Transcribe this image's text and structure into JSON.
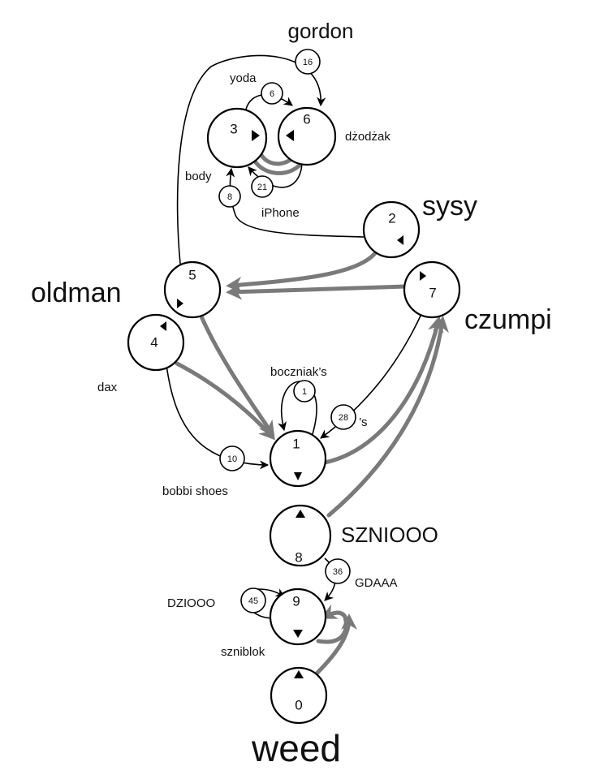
{
  "nodes": [
    {
      "id": "n3",
      "number": "3"
    },
    {
      "id": "n6",
      "number": "6"
    },
    {
      "id": "n2",
      "number": "2"
    },
    {
      "id": "n5",
      "number": "5"
    },
    {
      "id": "n7",
      "number": "7"
    },
    {
      "id": "n4",
      "number": "4"
    },
    {
      "id": "n1",
      "number": "1"
    },
    {
      "id": "n8",
      "number": "8"
    },
    {
      "id": "n9",
      "number": "9"
    },
    {
      "id": "n0",
      "number": "0"
    }
  ],
  "badges": [
    {
      "id": "b16",
      "number": "16"
    },
    {
      "id": "b6",
      "number": "6"
    },
    {
      "id": "b8",
      "number": "8"
    },
    {
      "id": "b21",
      "number": "21"
    },
    {
      "id": "b1",
      "number": "1"
    },
    {
      "id": "b28",
      "number": "28"
    },
    {
      "id": "b10",
      "number": "10"
    },
    {
      "id": "b36",
      "number": "36"
    },
    {
      "id": "b45",
      "number": "45"
    }
  ],
  "labels": {
    "gordon": "gordon",
    "yoda": "yoda",
    "dzodzak": "dżodżak",
    "body": "body",
    "iphone": "iPhone",
    "sysy": "sysy",
    "oldman": "oldman",
    "czumpi": "czumpi",
    "dax": "dax",
    "boczniaks": "boczniak’s",
    "s": "’s",
    "bobbi_shoes": "bobbi shoes",
    "sznio": "SZNIOOO",
    "gdaaa": "GDAAA",
    "dziooo": "DZIOOO",
    "szniblok": "szniblok",
    "weed": "weed"
  }
}
